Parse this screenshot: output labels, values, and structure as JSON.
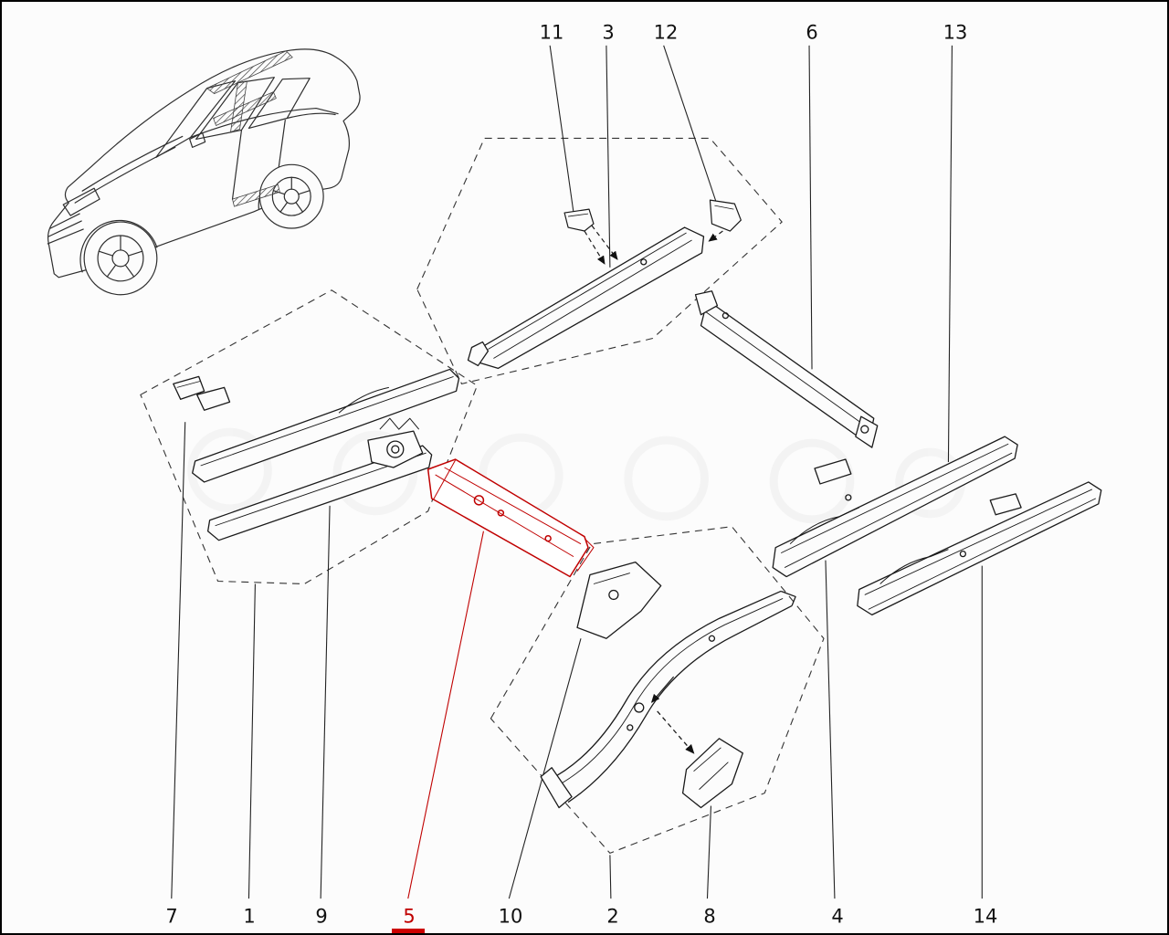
{
  "diagram": {
    "highlighted_callout": "5",
    "colors": {
      "line": "#1a1a1a",
      "highlight": "#c00000",
      "boundary_dash": "#333333",
      "background": "#fcfcfc"
    },
    "callouts": {
      "top": [
        "11",
        "3",
        "12",
        "6",
        "13"
      ],
      "bottom": [
        "7",
        "1",
        "9",
        "5",
        "10",
        "2",
        "8",
        "4",
        "14"
      ]
    }
  }
}
